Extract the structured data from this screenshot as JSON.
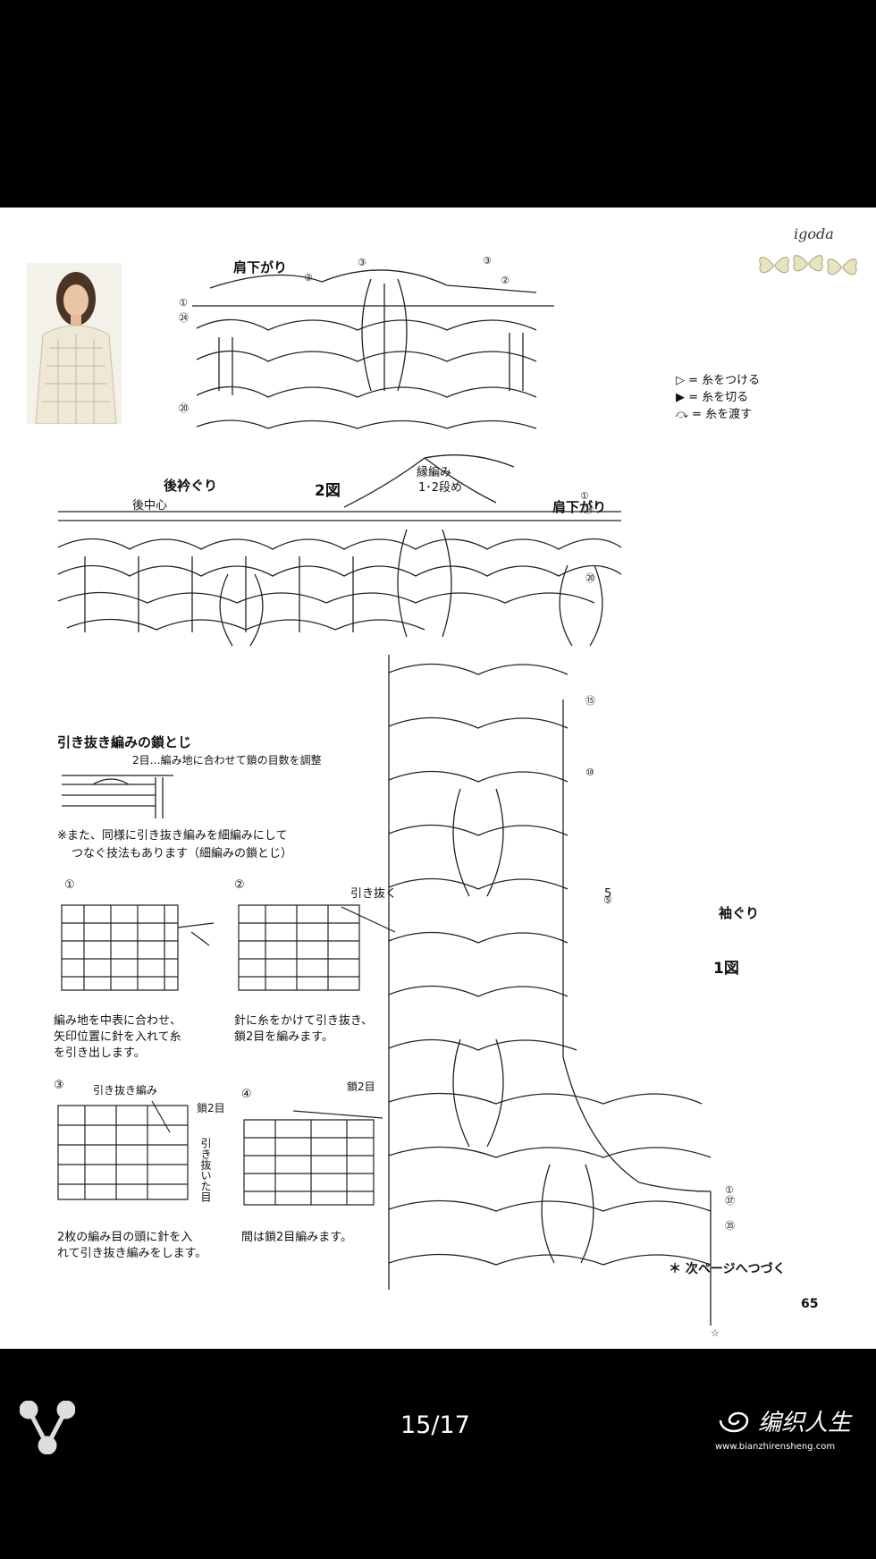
{
  "brand": "igoda",
  "chart_top": {
    "title": "肩下がり",
    "row_markers": [
      "①",
      "②",
      "③",
      "④",
      "㉔",
      "⑳"
    ]
  },
  "legend": {
    "items": [
      {
        "symbol": "▷",
        "text": "= 糸をつける"
      },
      {
        "symbol": "▶",
        "text": "= 糸を切る"
      },
      {
        "symbol": "⤼",
        "text": "= 糸を渡す"
      }
    ]
  },
  "chart_main": {
    "back_neck": "後衿ぐり",
    "back_center": "後中心",
    "figure2": "2図",
    "edging_line1": "縁編み",
    "edging_line2": "1･2段め",
    "shoulder": "肩下がり",
    "armhole": "袖ぐり",
    "figure1": "1図",
    "row_5": "5",
    "markers_right": [
      "①",
      "㉔",
      "⑳",
      "⑮",
      "⑩",
      "⑤",
      "①",
      "㊲",
      "㉟"
    ]
  },
  "technique": {
    "title": "引き抜き編みの鎖とじ",
    "note": "2目…編み地に合わせて鎖の目数を調整",
    "alt_line1": "※また、同様に引き抜き編みを細編みにして",
    "alt_line2": "つなぐ技法もあります（細編みの鎖とじ）",
    "steps": [
      {
        "num": "①",
        "caption1": "編み地を中表に合わせ、",
        "caption2": "矢印位置に針を入れて糸",
        "caption3": "を引き出します。"
      },
      {
        "num": "②",
        "label": "引き抜く",
        "caption1": "針に糸をかけて引き抜き、",
        "caption2": "鎖2目を編みます。"
      },
      {
        "num": "③",
        "label1": "引き抜き編み",
        "label2": "鎖2目",
        "label3": "引き抜いた目",
        "caption1": "2枚の編み目の頭に針を入",
        "caption2": "れて引き抜き編みをします。"
      },
      {
        "num": "④",
        "label": "鎖2目",
        "caption1": "間は鎖2目編みます。"
      }
    ]
  },
  "continue_note": "＊ 次ページへつづく",
  "page_number": "65",
  "viewer": {
    "page_indicator": "15/17",
    "watermark": "编织人生",
    "watermark_url": "www.bianzhirensheng.com"
  }
}
